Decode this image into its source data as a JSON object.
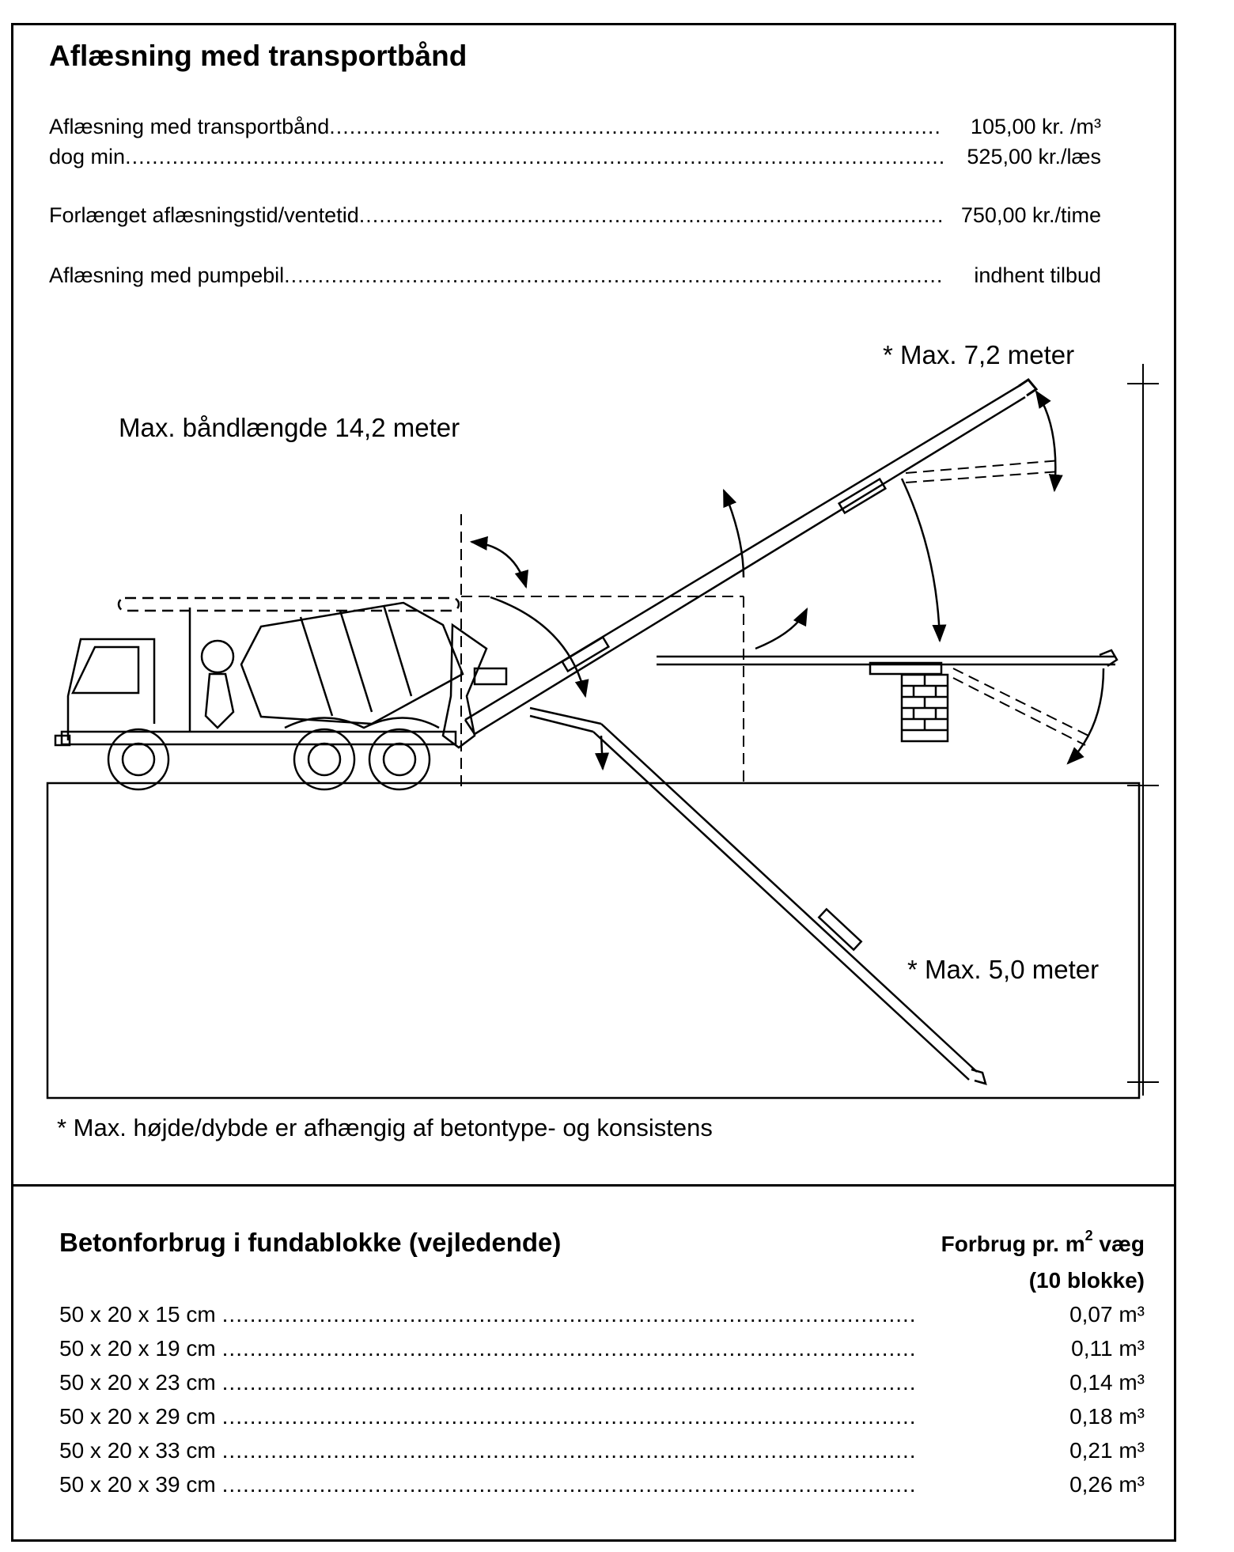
{
  "header": {
    "title": "Aflæsning med transportbånd"
  },
  "prices": [
    {
      "label": "Aflæsning med transportbånd",
      "value": "105,00 kr. /m³"
    },
    {
      "label": "dog min",
      "value": "525,00 kr./læs"
    },
    {
      "label": "Forlænget aflæsningstid/ventetid",
      "value": "750,00 kr./time"
    },
    {
      "label": "Aflæsning med pumpebil",
      "value": "indhent tilbud"
    }
  ],
  "diagram": {
    "max_up": "* Max. 7,2 meter",
    "belt_length": "Max. båndlængde 14,2 meter",
    "max_down": "* Max. 5,0 meter",
    "footnote": "* Max. højde/dybde er afhængig af betontype- og konsistens"
  },
  "consumption": {
    "title": "Betonforbrug i fundablokke (vejledende)",
    "header_line1_a": "Forbrug pr. m",
    "header_line1_sup": "2",
    "header_line1_b": " væg",
    "header_line2": "(10 blokke)",
    "rows": [
      {
        "size": "50 x 20 x 15 cm",
        "value": "0,07 m³"
      },
      {
        "size": "50 x 20 x 19 cm",
        "value": "0,11 m³"
      },
      {
        "size": "50 x 20 x 23 cm",
        "value": "0,14 m³"
      },
      {
        "size": "50 x 20 x 29 cm",
        "value": "0,18 m³"
      },
      {
        "size": "50 x 20 x 33 cm",
        "value": "0,21 m³"
      },
      {
        "size": "50 x 20 x 39 cm",
        "value": "0,26 m³"
      }
    ]
  }
}
